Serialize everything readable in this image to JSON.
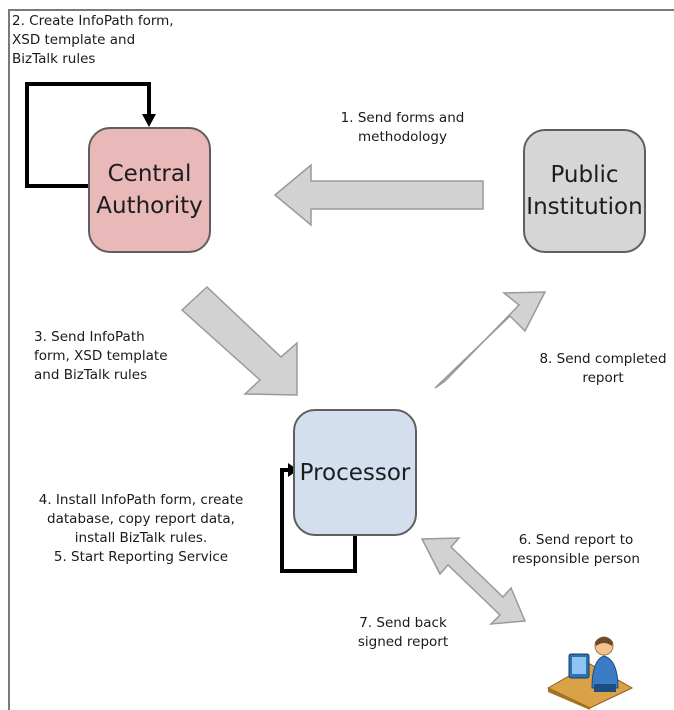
{
  "colors": {
    "central_fill": "#e9b8b8",
    "public_fill": "#d6d6d6",
    "processor_fill": "#d3deee",
    "arrow_fill": "#d2d2d2",
    "arrow_stroke": "#9a9a9a",
    "loop_stroke": "#000000"
  },
  "nodes": {
    "central": "Central\nAuthority",
    "public": "Public\nInstitution",
    "processor": "Processor"
  },
  "steps": {
    "s1": "1. Send forms and\nmethodology",
    "s2": "2. Create InfoPath form,\nXSD template and\nBizTalk rules",
    "s3": "3. Send InfoPath\nform, XSD template\nand BizTalk rules",
    "s4": "4. Install InfoPath form, create\ndatabase, copy report data,\ninstall BizTalk rules.\n5. Start Reporting Service",
    "s6": "6. Send report to\nresponsible person",
    "s7": "7. Send back\nsigned report",
    "s8": "8. Send completed\nreport"
  },
  "icons": {
    "person": "person-at-computer-icon"
  }
}
